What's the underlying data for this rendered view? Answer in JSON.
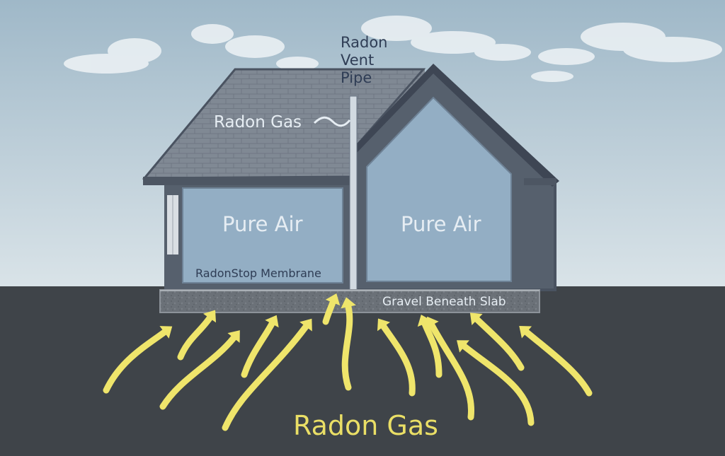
{
  "labels": {
    "vent_pipe": "Radon Vent Pipe",
    "roof_gas": "Radon Gas",
    "air_left": "Pure Air",
    "air_right": "Pure Air",
    "membrane": "RadonStop Membrane",
    "gravel": "Gravel Beneath Slab",
    "ground_gas": "Radon Gas"
  },
  "colors": {
    "sky_top": "#9fb8c8",
    "sky_bottom": "#d9e3e8",
    "ground": "#3f4449",
    "house_wall": "#56606d",
    "house_outline": "#4a5361",
    "roof": "#808994",
    "room": "#93aec4",
    "slab": "#6b7178",
    "arrow": "#efe56b",
    "label_dark": "#2f3d55",
    "label_light": "#e6edf3",
    "label_yellow": "#eadf66"
  },
  "icons": {
    "vent_pipe": "vent-pipe-icon",
    "gas_wave": "wave-icon",
    "arrow": "curved-arrow-icon"
  }
}
